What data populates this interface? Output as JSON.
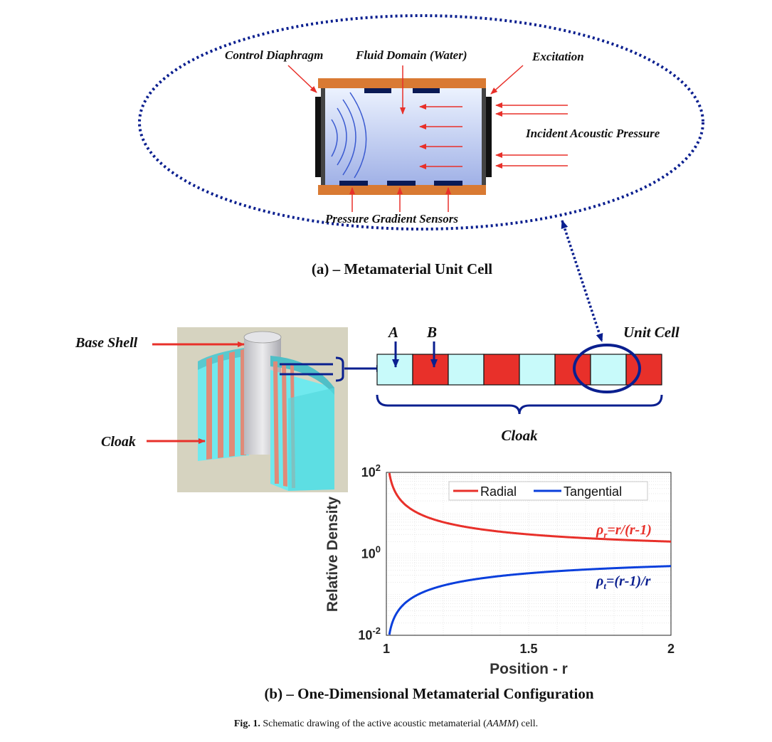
{
  "unit_cell": {
    "labels": {
      "control_diaphragm": "Control Diaphragm",
      "fluid_domain": "Fluid Domain (Water)",
      "excitation": "Excitation",
      "incident_pressure": "Incident Acoustic Pressure",
      "sensors": "Pressure Gradient Sensors"
    },
    "caption": "(a) – Metamaterial Unit Cell"
  },
  "configuration": {
    "labels": {
      "base_shell": "Base Shell",
      "cloak_left": "Cloak",
      "marker_a": "A",
      "marker_b": "B",
      "unit_cell": "Unit Cell",
      "cloak_brace": "Cloak"
    },
    "strip_pattern": [
      "cyan",
      "red",
      "cyan",
      "red",
      "cyan",
      "red",
      "cyan",
      "red"
    ],
    "colors": {
      "cyan": "#c8fafa",
      "red": "#e8302a",
      "navy": "#0a1f8f",
      "arrow_red": "#e8302a"
    },
    "caption": "(b) – One-Dimensional Metamaterial Configuration"
  },
  "chart_data": {
    "type": "line",
    "xlabel": "Position -  r",
    "ylabel": "Relative Density",
    "xlim": [
      1,
      2
    ],
    "ylim_log10": [
      -2,
      2
    ],
    "y_scale": "log",
    "x_ticks": [
      "1",
      "1.5",
      "2"
    ],
    "y_ticks": [
      {
        "base": "10",
        "exp": "2",
        "log10": 2
      },
      {
        "base": "10",
        "exp": "0",
        "log10": 0
      },
      {
        "base": "10",
        "exp": "-2",
        "log10": -2
      }
    ],
    "grid": true,
    "legend_position": "top-right",
    "series": [
      {
        "name": "Radial",
        "color": "#e8302a",
        "formula": "r/(r-1)",
        "x": [
          1.01,
          1.02,
          1.03,
          1.05,
          1.07,
          1.1,
          1.15,
          1.2,
          1.3,
          1.4,
          1.5,
          1.6,
          1.7,
          1.8,
          1.9,
          2.0
        ],
        "y": [
          101,
          51,
          34.33,
          21,
          15.29,
          11,
          7.67,
          6,
          4.33,
          3.5,
          3,
          2.67,
          2.43,
          2.25,
          2.11,
          2
        ]
      },
      {
        "name": "Tangential",
        "color": "#0a3fdc",
        "formula": "(r-1)/r",
        "x": [
          1.01,
          1.02,
          1.03,
          1.05,
          1.07,
          1.1,
          1.15,
          1.2,
          1.3,
          1.4,
          1.5,
          1.6,
          1.7,
          1.8,
          1.9,
          2.0
        ],
        "y": [
          0.0099,
          0.0196,
          0.0291,
          0.0476,
          0.0654,
          0.0909,
          0.1304,
          0.1667,
          0.2308,
          0.2857,
          0.3333,
          0.375,
          0.4118,
          0.4444,
          0.4737,
          0.5
        ]
      }
    ],
    "annotations": {
      "radial": {
        "sym": "ρ",
        "sub": "r",
        "expr": "=r/(r-1)"
      },
      "tangential": {
        "sym": "ρ",
        "sub": "t",
        "expr": "=(r-1)/r"
      }
    }
  },
  "figure_caption": {
    "label": "Fig. 1.",
    "pre": " Schematic drawing of the active acoustic metamaterial (",
    "abbr": "AAMM",
    "post": ") cell."
  }
}
